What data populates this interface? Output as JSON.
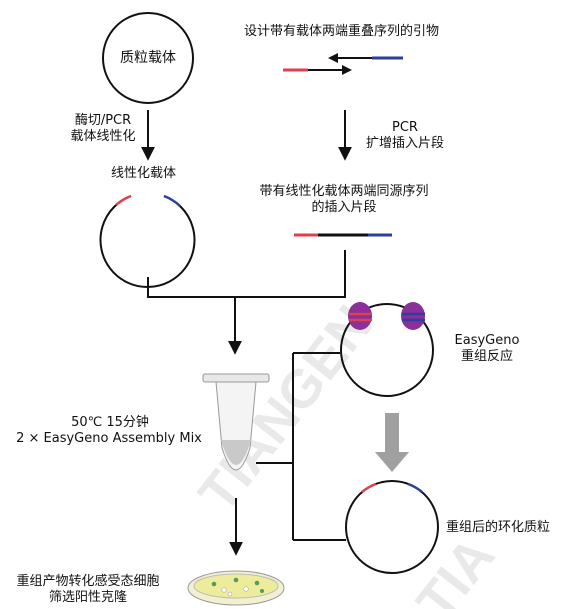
{
  "plasmid": "质粒载体",
  "primer_design": "设计带有载体两端重叠序列的引物",
  "digest_line1": "酶切/PCR",
  "digest_line2": "载体线性化",
  "pcr_line1": "PCR",
  "pcr_line2": "扩增插入片段",
  "linear_vector": "线性化载体",
  "insert_line1": "带有线性化载体两端同源序列",
  "insert_line2": "的插入片段",
  "easygeno_line1": "EasyGeno",
  "easygeno_line2": "重组反应",
  "condition_line1": "50℃  15分钟",
  "condition_line2": "2 × EasyGeno Assembly Mix",
  "circular_plasmid": "重组后的环化质粒",
  "transform_line1": "重组产物转化感受态细胞",
  "transform_line2": "筛选阳性克隆",
  "watermark": "TIANGEN",
  "colors": {
    "red": "#e0404a",
    "blue": "#2c3f9a",
    "purple": "#8b2f9a",
    "gray": "#a0a0a0"
  }
}
